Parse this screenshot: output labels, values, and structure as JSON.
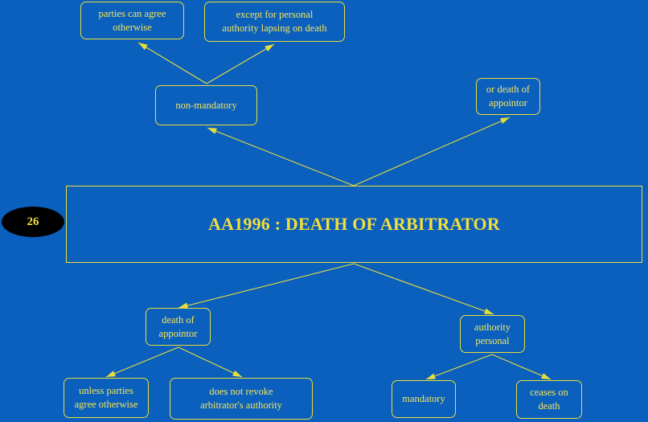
{
  "slide_number": "26",
  "title": "AA1996 : DEATH OF ARBITRATOR",
  "nodes": {
    "non_mandatory": "non-mandatory",
    "parties_agree": "parties can agree\notherwise",
    "except_personal": "except for personal\nauthority lapsing on death",
    "or_death_appointor": "or death of\nappointor",
    "death_of_appointor": "death of\nappointor",
    "unless_parties": "unless parties\nagree otherwise",
    "does_not_revoke": "does not revoke\narbitrator's authority",
    "authority_personal": "authority\npersonal",
    "mandatory": "mandatory",
    "ceases_on_death": "ceases on\ndeath"
  },
  "colors": {
    "background": "#0b5fbd",
    "line": "#e6df3a",
    "text": "#f3e65a",
    "badge": "#000000"
  }
}
